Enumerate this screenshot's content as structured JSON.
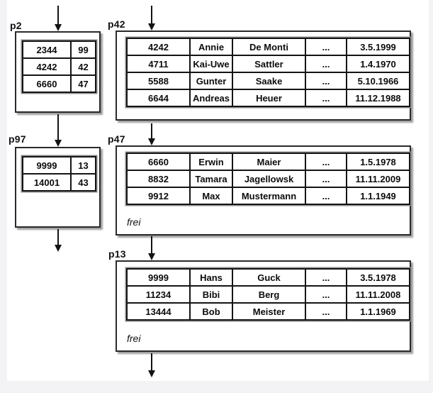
{
  "colors": {
    "page_bg": "#f3f3f5",
    "slide_bg": "#ffffff",
    "line": "#131313",
    "box_border": "#2a2a2a"
  },
  "pages": {
    "p2": {
      "label": "p2",
      "rows": [
        [
          "2344",
          "99"
        ],
        [
          "4242",
          "42"
        ],
        [
          "6660",
          "47"
        ]
      ]
    },
    "p97": {
      "label": "p97",
      "rows": [
        [
          "9999",
          "13"
        ],
        [
          "14001",
          "43"
        ]
      ]
    },
    "p42": {
      "label": "p42",
      "rows": [
        [
          "4242",
          "Annie",
          "De Monti",
          "...",
          "3.5.1999"
        ],
        [
          "4711",
          "Kai-Uwe",
          "Sattler",
          "...",
          "1.4.1970"
        ],
        [
          "5588",
          "Gunter",
          "Saake",
          "...",
          "5.10.1966"
        ],
        [
          "6644",
          "Andreas",
          "Heuer",
          "...",
          "11.12.1988"
        ]
      ]
    },
    "p47": {
      "label": "p47",
      "rows": [
        [
          "6660",
          "Erwin",
          "Maier",
          "...",
          "1.5.1978"
        ],
        [
          "8832",
          "Tamara",
          "Jagellowsk",
          "...",
          "11.11.2009"
        ],
        [
          "9912",
          "Max",
          "Mustermann",
          "...",
          "1.1.1949"
        ]
      ],
      "footer": "frei"
    },
    "p13": {
      "label": "p13",
      "rows": [
        [
          "9999",
          "Hans",
          "Guck",
          "...",
          "3.5.1978"
        ],
        [
          "11234",
          "Bibi",
          "Berg",
          "...",
          "11.11.2008"
        ],
        [
          "13444",
          "Bob",
          "Meister",
          "...",
          "1.1.1969"
        ]
      ],
      "footer": "frei"
    }
  },
  "arrows": [
    {
      "name": "into-p2",
      "direction": "down"
    },
    {
      "name": "into-p42",
      "direction": "down"
    },
    {
      "name": "p2-to-p97",
      "direction": "down"
    },
    {
      "name": "p42-to-p47",
      "direction": "down"
    },
    {
      "name": "out-of-p97",
      "direction": "down"
    },
    {
      "name": "p47-to-p13",
      "direction": "down"
    },
    {
      "name": "out-of-p13",
      "direction": "down"
    }
  ]
}
